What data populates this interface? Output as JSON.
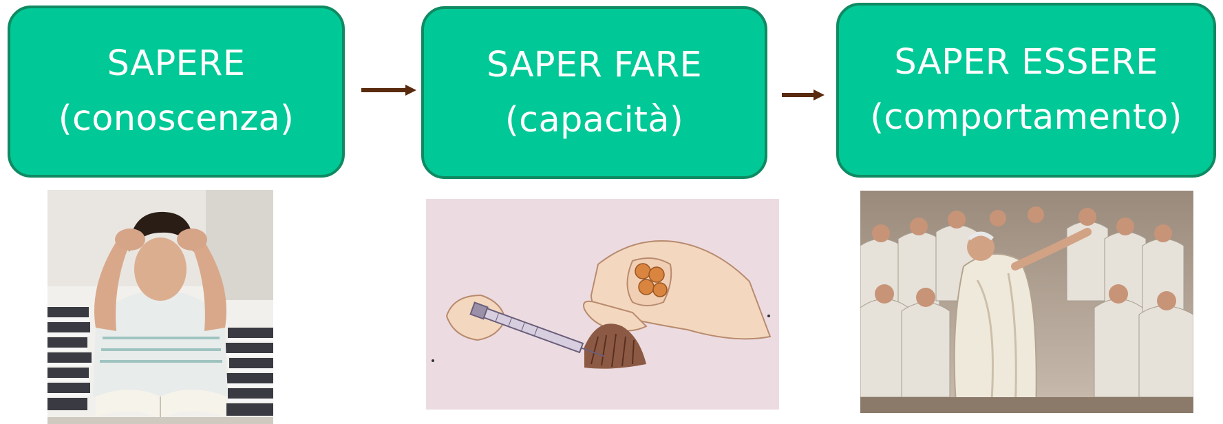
{
  "diagram": {
    "nodes": [
      {
        "id": "sapere",
        "line1": "SAPERE",
        "line2": "(conoscenza)"
      },
      {
        "id": "saper-fare",
        "line1": "SAPER FARE",
        "line2": "(capacità)"
      },
      {
        "id": "saper-essere",
        "line1": "SAPER ESSERE",
        "line2": "(comportamento)"
      }
    ],
    "edges": [
      {
        "from": "sapere",
        "to": "saper-fare"
      },
      {
        "from": "saper-fare",
        "to": "saper-essere"
      }
    ]
  },
  "colors": {
    "box_fill": "#00C896",
    "box_border": "#0f8a62",
    "box_text": "#ffffff",
    "arrow": "#5a2a0e"
  },
  "images": [
    {
      "under": "sapere",
      "subject": "student-with-books"
    },
    {
      "under": "saper-fare",
      "subject": "hand-with-syringe"
    },
    {
      "under": "saper-essere",
      "subject": "roman-senate-fresco"
    }
  ]
}
